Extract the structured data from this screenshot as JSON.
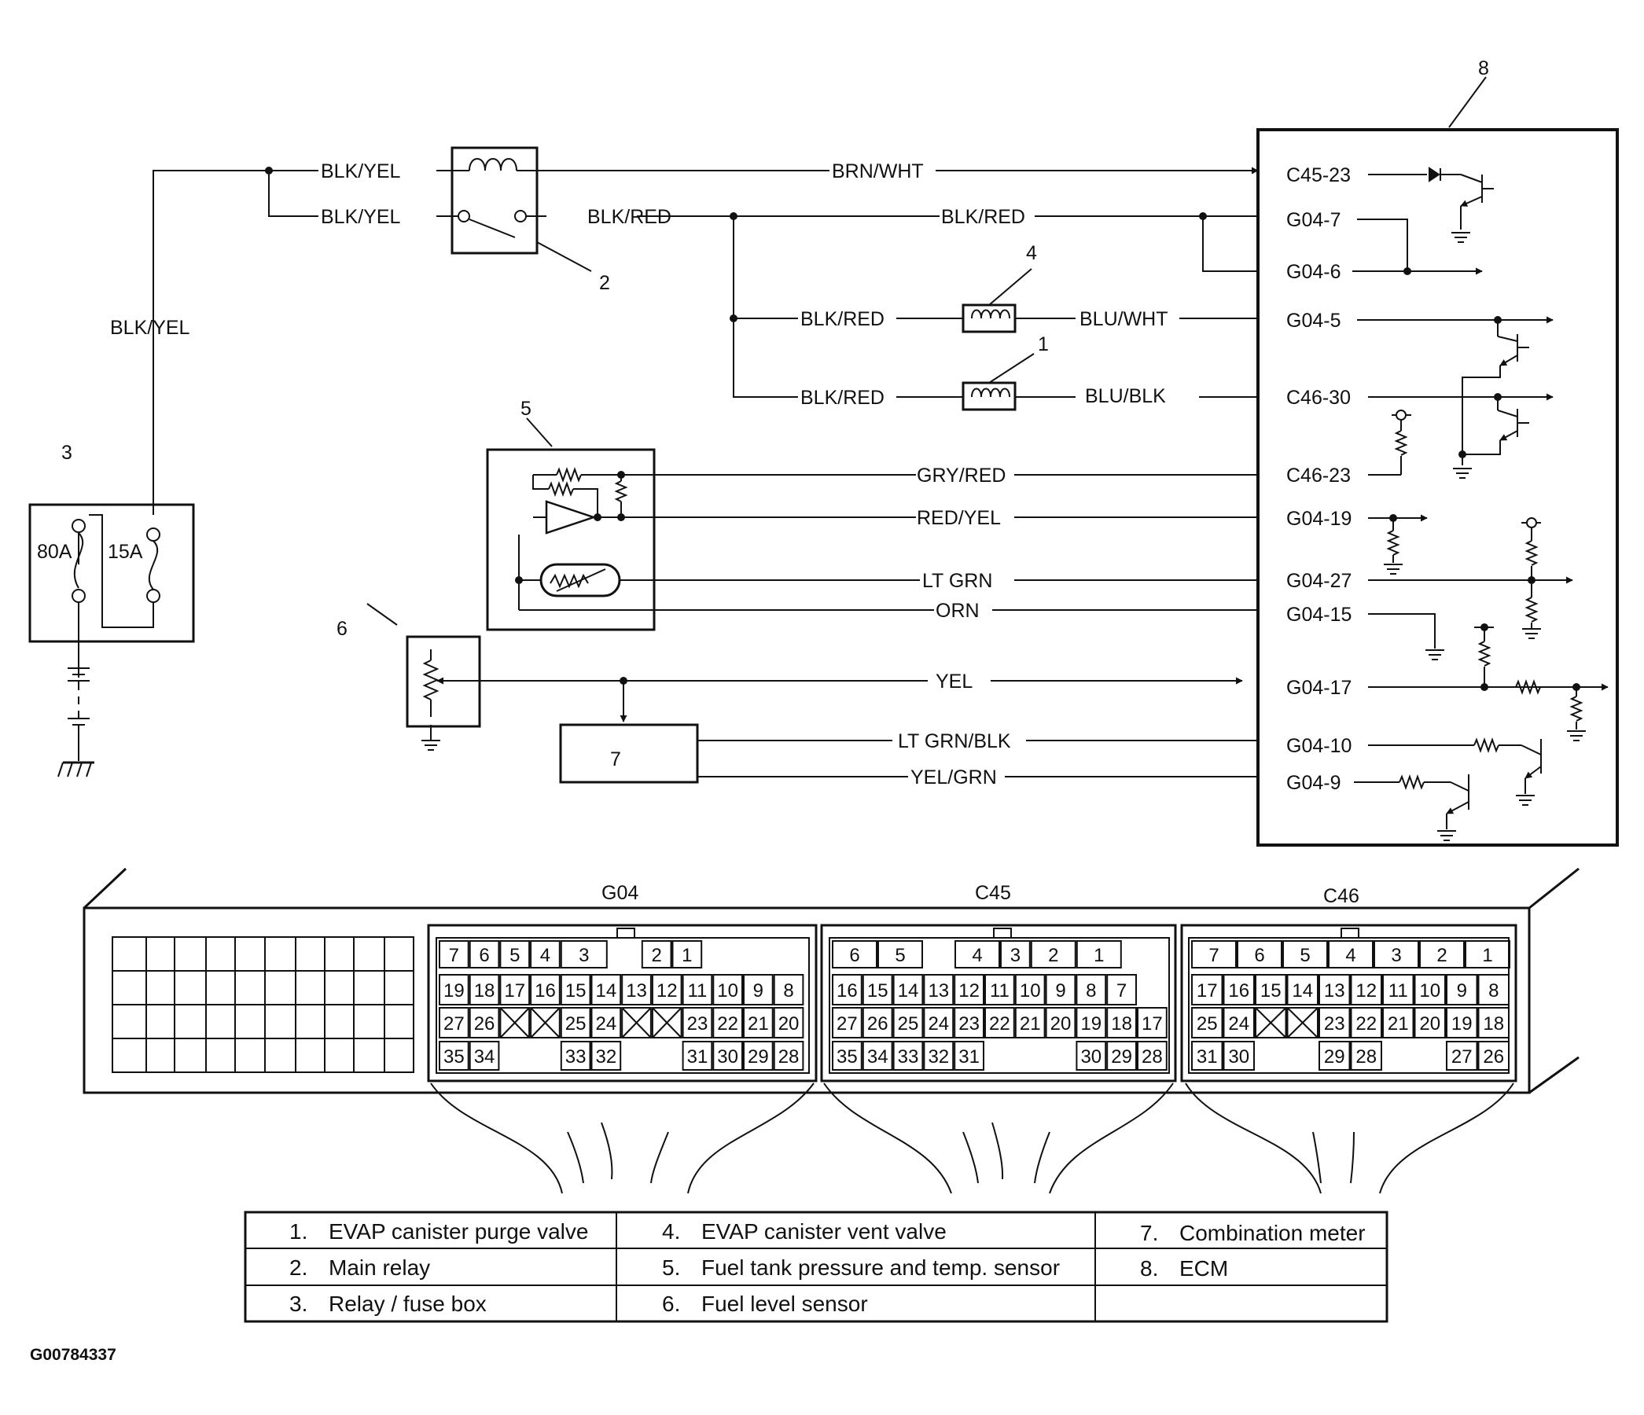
{
  "figure_id": "G00784337",
  "callouts": {
    "c1": "1",
    "c2": "2",
    "c3": "3",
    "c4": "4",
    "c5": "5",
    "c6": "6",
    "c7": "7",
    "c8": "8"
  },
  "fuses": {
    "f80": "80A",
    "f15": "15A"
  },
  "wires": {
    "blkyel_top": "BLK/YEL",
    "blkyel_mid": "BLK/YEL",
    "blkyel_vert": "BLK/YEL",
    "brnwht": "BRN/WHT",
    "blkred_1": "BLK/RED",
    "blkred_2": "BLK/RED",
    "blkred_3": "BLK/RED",
    "blkred_4": "BLK/RED",
    "bluwht": "BLU/WHT",
    "blublk": "BLU/BLK",
    "gryred": "GRY/RED",
    "redyel": "RED/YEL",
    "ltgrn": "LT GRN",
    "orn": "ORN",
    "yel": "YEL",
    "ltgrnblk": "LT GRN/BLK",
    "yelgrn": "YEL/GRN"
  },
  "ecm_pins": {
    "c45_23": "C45-23",
    "g04_7": "G04-7",
    "g04_6": "G04-6",
    "g04_5": "G04-5",
    "c46_30": "C46-30",
    "c46_23": "C46-23",
    "g04_19": "G04-19",
    "g04_27": "G04-27",
    "g04_15": "G04-15",
    "g04_17": "G04-17",
    "g04_10": "G04-10",
    "g04_9": "G04-9"
  },
  "connectors": {
    "g04": {
      "name": "G04",
      "rows": [
        [
          "7",
          "6",
          "5",
          "4",
          "3",
          "",
          "2",
          "1"
        ],
        [
          "19",
          "18",
          "17",
          "16",
          "15",
          "14",
          "13",
          "12",
          "11",
          "10",
          "9",
          "8"
        ],
        [
          "27",
          "26",
          "X",
          "X",
          "25",
          "24",
          "X",
          "X",
          "23",
          "22",
          "21",
          "20"
        ],
        [
          "35",
          "34",
          "",
          "",
          "33",
          "32",
          "",
          "",
          "31",
          "30",
          "29",
          "28"
        ]
      ]
    },
    "c45": {
      "name": "C45",
      "rows": [
        [
          "6",
          "5",
          "",
          "4",
          "3",
          "2",
          "1"
        ],
        [
          "16",
          "15",
          "14",
          "13",
          "12",
          "11",
          "10",
          "9",
          "8",
          "7"
        ],
        [
          "27",
          "26",
          "25",
          "24",
          "23",
          "22",
          "21",
          "20",
          "19",
          "18",
          "17"
        ],
        [
          "35",
          "34",
          "33",
          "32",
          "31",
          "",
          "",
          "",
          "30",
          "29",
          "28"
        ]
      ]
    },
    "c46": {
      "name": "C46",
      "rows": [
        [
          "7",
          "6",
          "5",
          "4",
          "3",
          "2",
          "1"
        ],
        [
          "17",
          "16",
          "15",
          "14",
          "13",
          "12",
          "11",
          "10",
          "9",
          "8"
        ],
        [
          "25",
          "24",
          "X",
          "X",
          "23",
          "22",
          "21",
          "20",
          "19",
          "18"
        ],
        [
          "31",
          "30",
          "",
          "",
          "29",
          "28",
          "",
          "",
          "27",
          "26"
        ]
      ]
    }
  },
  "legend": [
    {
      "num": "1.",
      "text": "EVAP canister purge valve"
    },
    {
      "num": "2.",
      "text": "Main relay"
    },
    {
      "num": "3.",
      "text": "Relay / fuse box"
    },
    {
      "num": "4.",
      "text": "EVAP canister vent valve"
    },
    {
      "num": "5.",
      "text": "Fuel tank pressure and temp. sensor"
    },
    {
      "num": "6.",
      "text": "Fuel level sensor"
    },
    {
      "num": "7.",
      "text": "Combination meter"
    },
    {
      "num": "8.",
      "text": "ECM"
    }
  ]
}
